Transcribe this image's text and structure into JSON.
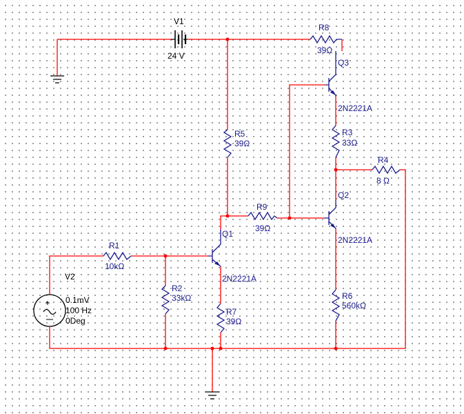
{
  "colors": {
    "wire": "#ff0000",
    "component": "#1a1a8c",
    "ground": "#000000",
    "grid_dot": "#5a5a5a"
  },
  "components": {
    "v1": {
      "ref": "V1",
      "value": "24 V"
    },
    "v2": {
      "ref": "V2",
      "amplitude": "0.1mV",
      "frequency": "100 Hz",
      "phase": "0Deg"
    },
    "r1": {
      "ref": "R1",
      "value": "10kΩ"
    },
    "r2": {
      "ref": "R2",
      "value": "33kΩ"
    },
    "r3": {
      "ref": "R3",
      "value": "33Ω"
    },
    "r4": {
      "ref": "R4",
      "value": "8 Ω"
    },
    "r5": {
      "ref": "R5",
      "value": "39Ω"
    },
    "r6": {
      "ref": "R6",
      "value": "560kΩ"
    },
    "r7": {
      "ref": "R7",
      "value": "39Ω"
    },
    "r8": {
      "ref": "R8",
      "value": "39Ω"
    },
    "r9": {
      "ref": "R9",
      "value": "39Ω"
    },
    "q1": {
      "ref": "Q1",
      "model": "2N2221A"
    },
    "q2": {
      "ref": "Q2",
      "model": "2N2221A"
    },
    "q3": {
      "ref": "Q3",
      "model": "2N2221A"
    }
  }
}
